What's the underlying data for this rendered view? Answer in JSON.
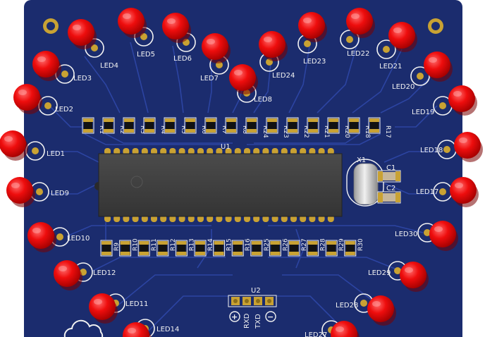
{
  "colors": {
    "background": "#ffffff",
    "board": "#1b2c6e",
    "trace": "#2e47a8",
    "silk": "#f2f2f2",
    "led_red": "#ee0d0d",
    "led_dark": "#b80000",
    "pad_gold": "#c9a233",
    "chip_body": "#3f3f3f",
    "crystal": "#d6d6d6",
    "resistor_body": "#121212",
    "cap_body": "#c7b79a"
  },
  "icons": [
    "mounting-hole-icon",
    "cloud-logo-icon",
    "plus-symbol-icon",
    "minus-symbol-icon"
  ],
  "leds": [
    {
      "label": "LED1"
    },
    {
      "label": "LED2"
    },
    {
      "label": "LED3"
    },
    {
      "label": "LED4"
    },
    {
      "label": "LED5"
    },
    {
      "label": "LED6"
    },
    {
      "label": "LED7"
    },
    {
      "label": "LED8"
    },
    {
      "label": "LED9"
    },
    {
      "label": "LED10"
    },
    {
      "label": "LED11"
    },
    {
      "label": "LED12"
    },
    {
      "label": "LED14"
    },
    {
      "label": "LED17"
    },
    {
      "label": "LED18"
    },
    {
      "label": "LED19"
    },
    {
      "label": "LED20"
    },
    {
      "label": "LED21"
    },
    {
      "label": "LED22"
    },
    {
      "label": "LED23"
    },
    {
      "label": "LED24"
    },
    {
      "label": "LED27"
    },
    {
      "label": "LED28"
    },
    {
      "label": "LED29"
    },
    {
      "label": "LED30"
    }
  ],
  "resistors_top": [
    "R1",
    "R2",
    "R3",
    "R4",
    "R5",
    "R6",
    "R7",
    "R8",
    "R24",
    "R23",
    "R22",
    "R21",
    "R20",
    "R18",
    "R17"
  ],
  "resistors_bottom": [
    "R9",
    "R10",
    "R11",
    "R12",
    "R13",
    "R14",
    "R15",
    "R16",
    "R25",
    "R26",
    "R27",
    "R28",
    "R29",
    "R30"
  ],
  "chip": {
    "label": "U1"
  },
  "crystal": {
    "label": "X1"
  },
  "capacitors": [
    "C1",
    "C2"
  ],
  "connector": {
    "label": "U2",
    "pins": [
      "+",
      "RXD",
      "TXD",
      "−"
    ]
  }
}
